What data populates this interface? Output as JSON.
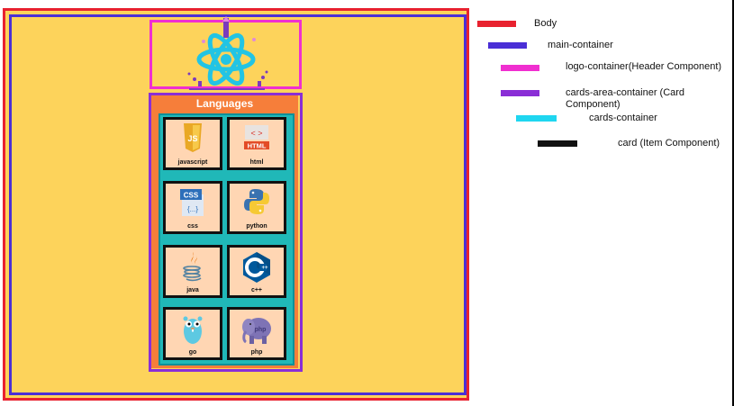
{
  "panel_title": "Languages",
  "cards": [
    {
      "label": "javascript",
      "icon": "javascript-icon",
      "badge": "JS"
    },
    {
      "label": "html",
      "icon": "html-icon",
      "badge": "HTML"
    },
    {
      "label": "css",
      "icon": "css-icon",
      "badge": "CSS"
    },
    {
      "label": "python",
      "icon": "python-icon"
    },
    {
      "label": "java",
      "icon": "java-icon"
    },
    {
      "label": "c++",
      "icon": "cpp-icon",
      "badge": "C"
    },
    {
      "label": "go",
      "icon": "go-gopher-icon"
    },
    {
      "label": "php",
      "icon": "php-elephant-icon",
      "badge": "php"
    }
  ],
  "legend": [
    {
      "label": "Body",
      "color": "#e8222f"
    },
    {
      "label": "main-container",
      "color": "#4a2fd6"
    },
    {
      "label": "logo-container(Header Component)",
      "color": "#f02fd0"
    },
    {
      "label": "cards-area-container (Card Component)",
      "color": "#8a2ed6"
    },
    {
      "label": "cards-container",
      "color": "#1fd6f0"
    },
    {
      "label": "card (Item Component)",
      "color": "#111111"
    }
  ],
  "colors": {
    "background": "#fdd35b",
    "panel": "#f67e3a",
    "cards_container": "#20b8b8",
    "card": "#ffd6b3",
    "react_logo": "#22c4e4"
  }
}
